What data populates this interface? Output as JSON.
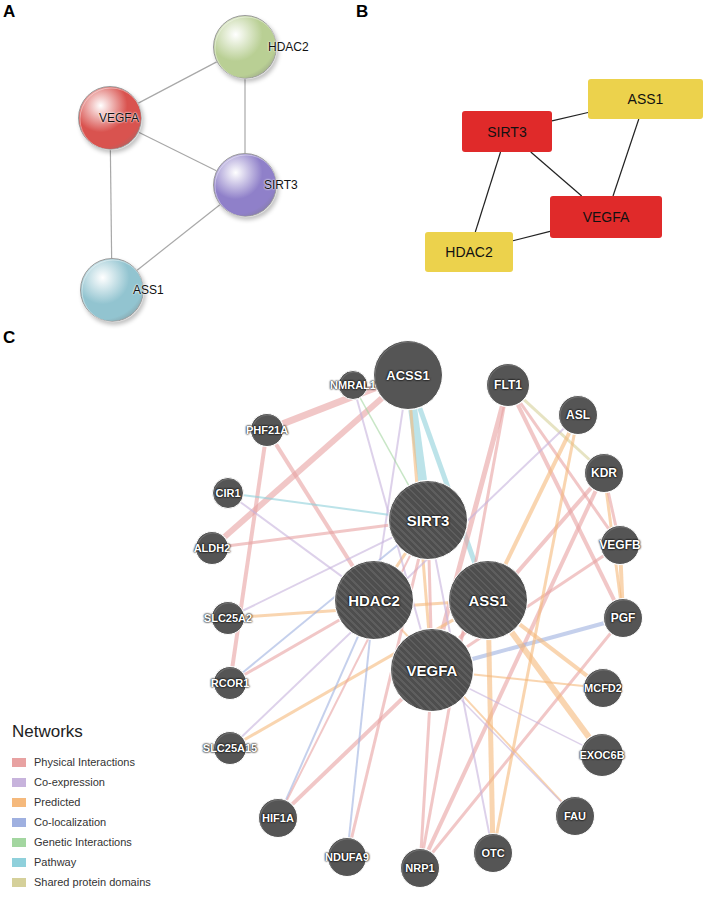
{
  "diagram": {
    "nodes": [
      {
        "text": [
          "HDAC2"
        ]
      },
      {
        "text": [
          "VEGFA"
        ]
      },
      {
        "text": [
          "SIRT3"
        ]
      },
      {
        "text": [
          "ASS1"
        ]
      },
      {
        "text": [
          "SIRT3"
        ]
      },
      {
        "text": [
          "ASS1"
        ]
      },
      {
        "text": [
          "HDAC2"
        ]
      },
      {
        "text": [
          "VEGFA"
        ]
      },
      {
        "text": [
          "ACSS1"
        ]
      },
      {
        "text": [
          "NMRAL1"
        ]
      },
      {
        "text": [
          "FLT1"
        ]
      },
      {
        "text": [
          "PHF21A"
        ]
      },
      {
        "text": [
          "ASL"
        ]
      },
      {
        "text": [
          "CIR1"
        ]
      },
      {
        "text": [
          "KDR"
        ]
      },
      {
        "text": [
          "ALDH2"
        ]
      },
      {
        "text": [
          "VEGFB"
        ]
      },
      {
        "text": [
          "SIRT3"
        ]
      },
      {
        "text": [
          "SLC25A2"
        ]
      },
      {
        "text": [
          "HDAC2"
        ]
      },
      {
        "text": [
          "ASS1"
        ]
      },
      {
        "text": [
          "PGF"
        ]
      },
      {
        "text": [
          "VEGFA"
        ]
      },
      {
        "text": [
          "RCOR1"
        ]
      },
      {
        "text": [
          "MCFD2"
        ]
      },
      {
        "text": [
          "SLC25A15"
        ]
      },
      {
        "text": [
          "EXOC6B"
        ]
      },
      {
        "text": [
          "HIF1A"
        ]
      },
      {
        "text": [
          "FAU"
        ]
      },
      {
        "text": [
          "NDUFA9"
        ]
      },
      {
        "text": [
          "NRP1"
        ]
      },
      {
        "text": [
          "OTC"
        ]
      }
    ],
    "edges": [
      {
        "from": 0,
        "to": 1,
        "arrow": "none"
      },
      {
        "from": 0,
        "to": 2,
        "arrow": "none"
      },
      {
        "from": 1,
        "to": 2,
        "arrow": "none"
      },
      {
        "from": 1,
        "to": 3,
        "arrow": "none"
      },
      {
        "from": 2,
        "to": 3,
        "arrow": "none"
      },
      {
        "from": 4,
        "to": 5,
        "arrow": "none"
      },
      {
        "from": 4,
        "to": 6,
        "arrow": "none"
      },
      {
        "from": 4,
        "to": 7,
        "arrow": "none"
      },
      {
        "from": 5,
        "to": 7,
        "arrow": "none"
      },
      {
        "from": 6,
        "to": 7,
        "arrow": "none"
      },
      {
        "from": 8,
        "to": 17,
        "arrow": "none"
      },
      {
        "from": 8,
        "to": 11,
        "arrow": "none"
      },
      {
        "from": 8,
        "to": 15,
        "arrow": "none"
      },
      {
        "from": 8,
        "to": 22,
        "arrow": "none"
      },
      {
        "from": 8,
        "to": 19,
        "arrow": "none"
      },
      {
        "from": 8,
        "to": 20,
        "arrow": "none"
      },
      {
        "from": 10,
        "to": 22,
        "arrow": "none"
      },
      {
        "from": 10,
        "to": 14,
        "arrow": "none"
      },
      {
        "from": 10,
        "to": 21,
        "arrow": "none"
      },
      {
        "from": 10,
        "to": 30,
        "arrow": "none"
      },
      {
        "from": 10,
        "to": 16,
        "arrow": "none"
      },
      {
        "from": 14,
        "to": 22,
        "arrow": "none"
      },
      {
        "from": 14,
        "to": 30,
        "arrow": "none"
      },
      {
        "from": 14,
        "to": 21,
        "arrow": "none"
      },
      {
        "from": 16,
        "to": 22,
        "arrow": "none"
      },
      {
        "from": 16,
        "to": 21,
        "arrow": "none"
      },
      {
        "from": 16,
        "to": 14,
        "arrow": "none"
      },
      {
        "from": 21,
        "to": 30,
        "arrow": "none"
      },
      {
        "from": 21,
        "to": 22,
        "arrow": "none"
      },
      {
        "from": 12,
        "to": 20,
        "arrow": "none"
      },
      {
        "from": 12,
        "to": 31,
        "arrow": "none"
      },
      {
        "from": 12,
        "to": 25,
        "arrow": "none"
      },
      {
        "from": 20,
        "to": 31,
        "arrow": "none"
      },
      {
        "from": 20,
        "to": 18,
        "arrow": "none"
      },
      {
        "from": 20,
        "to": 25,
        "arrow": "none"
      },
      {
        "from": 20,
        "to": 24,
        "arrow": "none"
      },
      {
        "from": 20,
        "to": 26,
        "arrow": "none"
      },
      {
        "from": 11,
        "to": 19,
        "arrow": "none"
      },
      {
        "from": 11,
        "to": 23,
        "arrow": "none"
      },
      {
        "from": 13,
        "to": 19,
        "arrow": "none"
      },
      {
        "from": 13,
        "to": 17,
        "arrow": "none"
      },
      {
        "from": 19,
        "to": 23,
        "arrow": "none"
      },
      {
        "from": 19,
        "to": 27,
        "arrow": "none"
      },
      {
        "from": 19,
        "to": 17,
        "arrow": "none"
      },
      {
        "from": 19,
        "to": 28,
        "arrow": "none"
      },
      {
        "from": 22,
        "to": 27,
        "arrow": "none"
      },
      {
        "from": 22,
        "to": 30,
        "arrow": "none"
      },
      {
        "from": 22,
        "to": 17,
        "arrow": "none"
      },
      {
        "from": 22,
        "to": 24,
        "arrow": "none"
      },
      {
        "from": 9,
        "to": 22,
        "arrow": "none"
      },
      {
        "from": 9,
        "to": 17,
        "arrow": "none"
      },
      {
        "from": 29,
        "to": 17,
        "arrow": "none"
      },
      {
        "from": 29,
        "to": 19,
        "arrow": "none"
      },
      {
        "from": 18,
        "to": 17,
        "arrow": "none"
      },
      {
        "from": 15,
        "to": 17,
        "arrow": "none"
      },
      {
        "from": 27,
        "to": 17,
        "arrow": "none"
      },
      {
        "from": 28,
        "to": 22,
        "arrow": "none"
      },
      {
        "from": 26,
        "to": 22,
        "arrow": "none"
      },
      {
        "from": 31,
        "to": 17,
        "arrow": "none"
      },
      {
        "from": 23,
        "to": 17,
        "arrow": "none"
      }
    ],
    "labels": [
      "A",
      "B",
      "C",
      "Networks"
    ],
    "legend": [
      {
        "text": "Physical Interactions",
        "color": "#e8a2a2"
      },
      {
        "text": "Co-expression",
        "color": "#c7b3dc"
      },
      {
        "text": "Predicted",
        "color": "#f5b97c"
      },
      {
        "text": "Co-localization",
        "color": "#9fb0e0"
      },
      {
        "text": "Genetic Interactions",
        "color": "#a3d6a0"
      },
      {
        "text": "Pathway",
        "color": "#8fd0db"
      },
      {
        "text": "Shared protein domains",
        "color": "#d5d09a"
      }
    ]
  }
}
